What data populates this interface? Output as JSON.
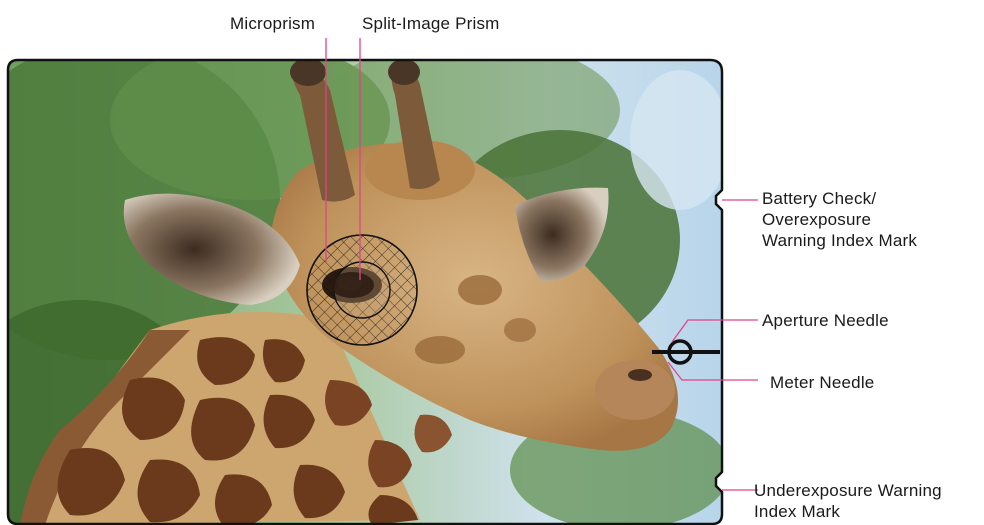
{
  "labels": {
    "microprism": "Microprism",
    "split_image_prism": "Split-Image Prism",
    "battery_check": [
      "Battery Check/",
      "Overexposure",
      "Warning Index Mark"
    ],
    "aperture_needle": "Aperture Needle",
    "meter_needle": "Meter Needle",
    "underexposure": [
      "Underexposure Warning",
      "Index Mark"
    ]
  },
  "colors": {
    "leader_line": "#e0448a",
    "frame": "#111111",
    "sky": "#bcd6ea",
    "foliage": "#4f7d3e",
    "giraffe_base": "#c9a16a",
    "giraffe_spot": "#6b3a1c"
  }
}
